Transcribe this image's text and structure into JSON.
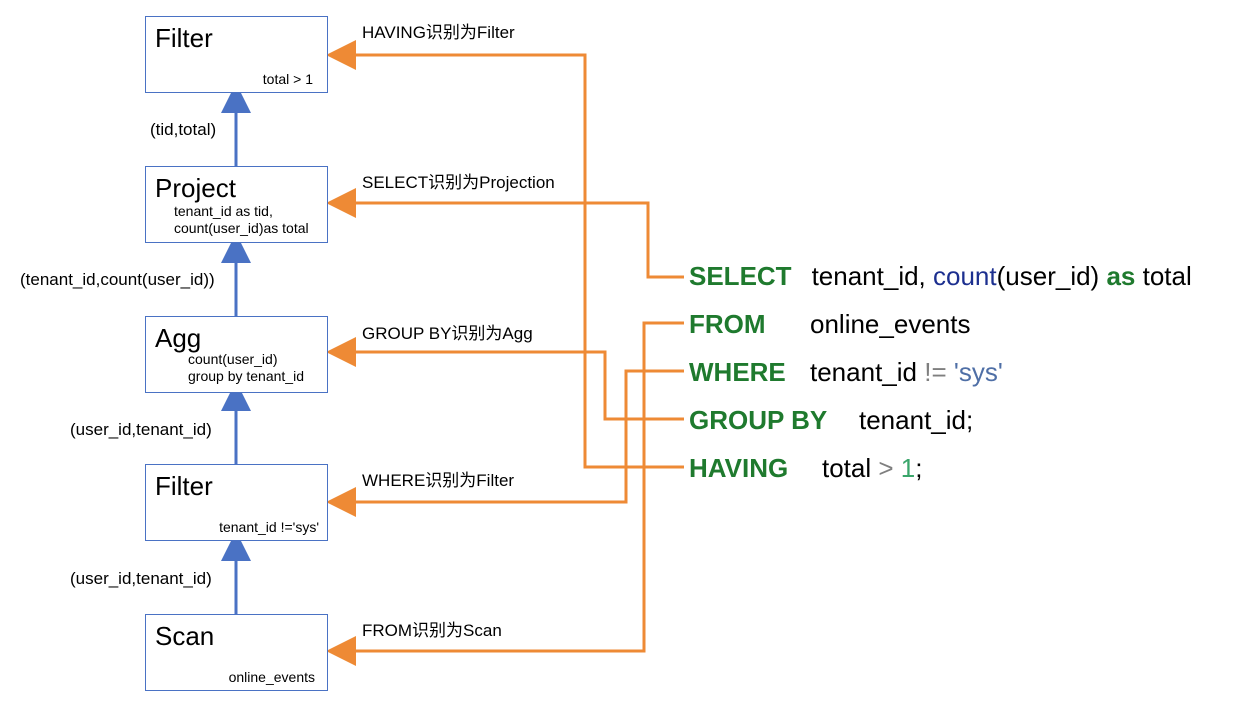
{
  "nodes": [
    {
      "title": "Filter",
      "detail": "total > 1"
    },
    {
      "title": "Project",
      "detail": "tenant_id as tid,\ncount(user_id)as total"
    },
    {
      "title": "Agg",
      "detail": "count(user_id)\ngroup by tenant_id"
    },
    {
      "title": "Filter",
      "detail": "tenant_id !='sys'"
    },
    {
      "title": "Scan",
      "detail": "online_events"
    }
  ],
  "edge_labels": [
    "(tid,total)",
    "(tenant_id,count(user_id))",
    "(user_id,tenant_id)",
    "(user_id,tenant_id)"
  ],
  "mappings": [
    "HAVING识别为Filter",
    "SELECT识别为Projection",
    "GROUP BY识别为Agg",
    "WHERE识别为Filter",
    "FROM识别为Scan"
  ],
  "sql": [
    {
      "keyword": "SELECT",
      "col1": "tenant_id, ",
      "fn": "count",
      "col2": "(user_id) ",
      "kw2": "as",
      "col3": " total"
    },
    {
      "keyword": "FROM",
      "text": "online_events"
    },
    {
      "keyword": "WHERE",
      "text": "tenant_id ",
      "op": "!=",
      "str": " 'sys'"
    },
    {
      "keyword": "GROUP BY",
      "text": "tenant_id;"
    },
    {
      "keyword": "HAVING",
      "text": "total ",
      "op": ">",
      "num": " 1",
      "tail": ";"
    }
  ],
  "colors": {
    "node_border": "#4a72c4",
    "flow_arrow": "#4a72c4",
    "mapping_arrow": "#ee8a35",
    "keyword": "#1f7a2e",
    "function": "#1c2f8f",
    "operator": "#7f7f7f",
    "string": "#4f6fa6",
    "number": "#39a56a"
  }
}
